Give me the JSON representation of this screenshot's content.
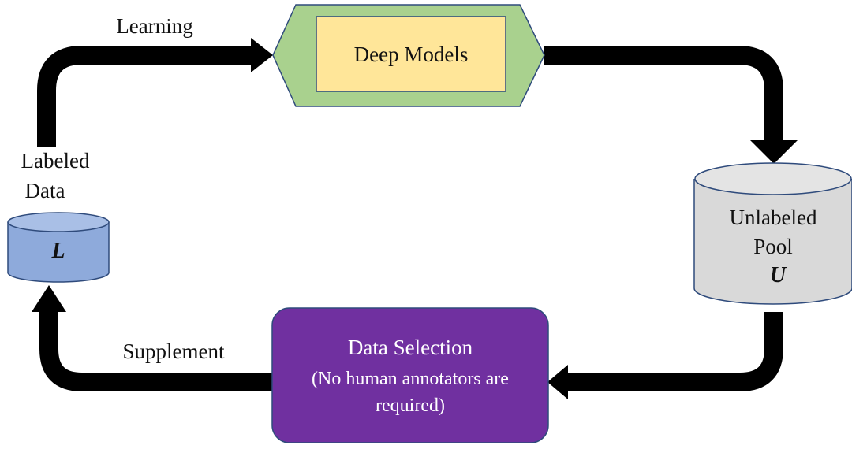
{
  "diagram": {
    "deep_models": {
      "label": "Deep Models"
    },
    "learning": {
      "label": "Learning"
    },
    "labeled_data": {
      "line1": "Labeled",
      "line2": "Data",
      "symbol": "L"
    },
    "unlabeled_pool": {
      "line1": "Unlabeled",
      "line2": "Pool",
      "symbol": "U"
    },
    "data_selection": {
      "title": "Data Selection",
      "note_line1": "(No human annotators are",
      "note_line2": "required)"
    },
    "supplement": {
      "label": "Supplement"
    }
  },
  "colors": {
    "hexagon_fill": "#a9d18e",
    "inner_box_fill": "#ffe699",
    "labeled_cylinder_fill": "#8eaadb",
    "unlabeled_cylinder_fill": "#d9d9d9",
    "selection_box_fill": "#7030a0",
    "arrow": "#000000",
    "stroke": "#2f4b7c"
  }
}
